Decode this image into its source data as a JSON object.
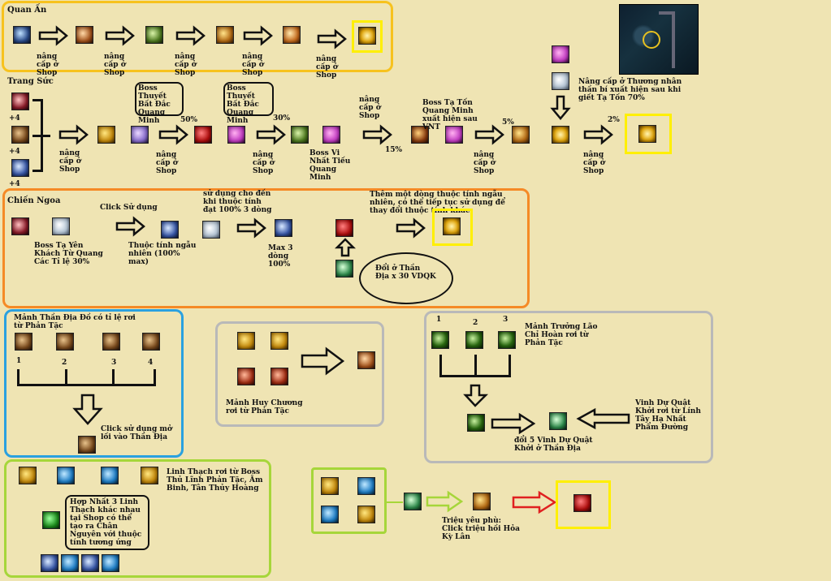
{
  "colors": {
    "background": "#efe4b3",
    "box_yellow": "#f7c21e",
    "box_orange": "#f58a26",
    "box_blue": "#2aa1e0",
    "box_grey": "#b9b9b9",
    "box_lime": "#a6d63a",
    "highlight_yellow": "#ffef00",
    "arrow_lime": "#a6d63a",
    "arrow_red": "#e02020"
  },
  "quan_an": {
    "title": "Quan Ấn",
    "step_labels": [
      "nâng cấp ở Shop",
      "nâng cấp ở Shop",
      "nâng cấp ở Shop",
      "nâng cấp ở Shop",
      "nâng cấp ở Shop"
    ]
  },
  "trang_suc": {
    "title": "Trang Sức",
    "plus_labels": [
      "+4",
      "+4",
      "+4"
    ],
    "upgrade_shop": "nâng cấp ở Shop",
    "boss_bubble": "Boss Thuyết Bất Đắc Quang Minh",
    "percent_50": "50%",
    "percent_30": "30%",
    "percent_15": "15%",
    "percent_5": "5%",
    "percent_2": "2%",
    "boss_vi_nhat": "Boss Vi Nhất Tiếu Quang Minh",
    "boss_ta_ton": "Boss Tạ Tốn Quang Minh xuất hiện sau VNT",
    "merchant_note": "Nâng cấp ở Thương nhân thần bí xuất hiện sau khi giết Tạ Tốn 70%"
  },
  "chien_ngoa": {
    "title": "Chiến Ngoa",
    "boss_ta_yen": "Boss Tạ Yên Khách Từ Quang Các Tỉ lệ 30%",
    "click_use": "Click Sử dụng",
    "random_attr": "Thuộc tính ngẫu nhiên (100% max)",
    "use_for": "sử dụng cho đến khi thuộc tính đạt 100% 3 dòng",
    "max3": "Max 3 dòng 100%",
    "add_line": "Thêm một dòng thuộc tính ngẫu nhiên, có thể tiếp tục sử dụng để thay đổi thuộc tính khác",
    "exchange": "Đổi ở Thần Địa x 30    VDQK"
  },
  "manh_than_dia": {
    "title": "Mảnh Thần Địa Đồ có tỉ lệ rơi từ Phản Tặc",
    "numbers": [
      "1",
      "2",
      "3",
      "4"
    ],
    "click_open": "Click sử dụng mở lối vào Thần Địa"
  },
  "huy_chuong": {
    "caption": "Mảnh Huy Chương rơi từ Phản Tặc"
  },
  "truong_lao": {
    "numbers": [
      "1",
      "2",
      "3"
    ],
    "caption": "Mảnh Trưởng Lão Chỉ Hoàn rơi từ Phản Tặc",
    "exchange": "đổi 5 Vinh Dự Quật Khởi ở Thần Địa",
    "vinh_du": "Vinh Dự Quật Khởi rơi từ Lính Tây Hạ Nhất Phẩm Đường"
  },
  "linh_thach": {
    "caption": "Linh Thạch rơi từ Boss Thủ Lĩnh Phản Tặc, Âm Binh, Tân Thủy Hoàng",
    "merge": "Hợp Nhất 3 Linh Thạch khác nhau tại Shop có thể tạo ra Chân Nguyên với thuộc tính tương ứng"
  },
  "trieu_yeu": {
    "caption": "Triệu yêu phù: Click triệu hồi Hỏa Kỳ Lân"
  },
  "minimap_label": "minimap-icon"
}
